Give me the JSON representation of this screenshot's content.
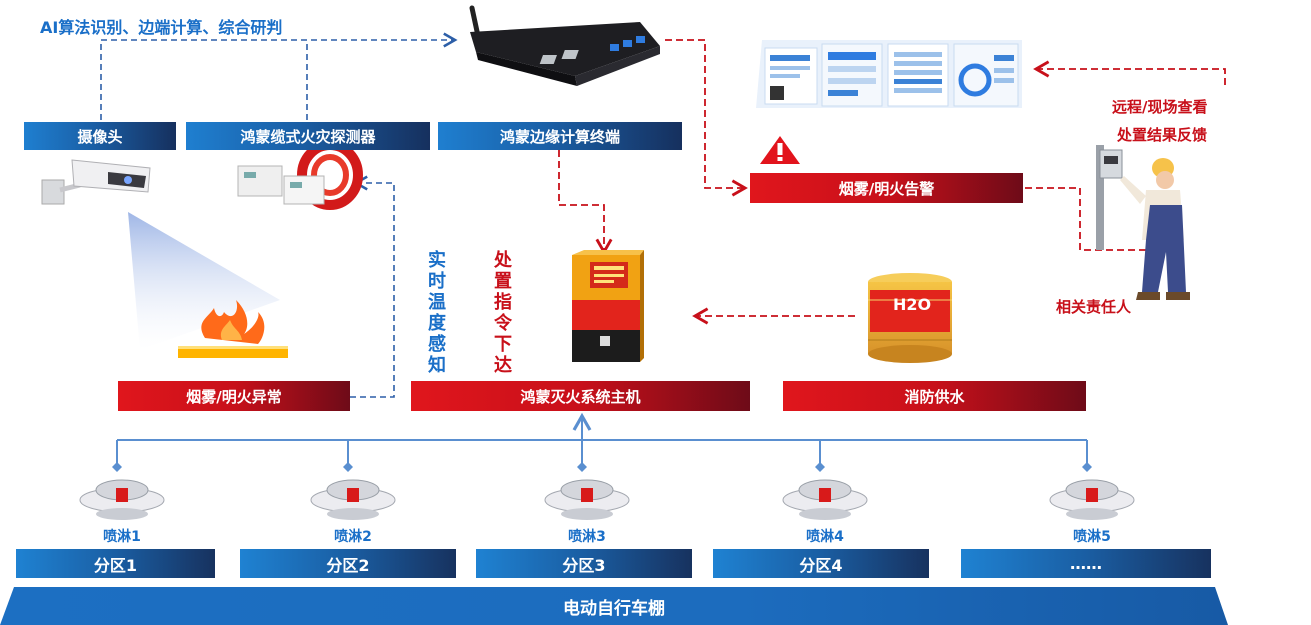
{
  "header": {
    "ai_text": "AI算法识别、边端计算、综合研判"
  },
  "devices": {
    "camera_label": "摄像头",
    "detector_label": "鸿蒙缆式火灾探测器",
    "edge_label": "鸿蒙边缘计算终端"
  },
  "alerts": {
    "smoke_alarm_label": "烟雾/明火告警",
    "remote_check": "远程/现场查看",
    "feedback": "处置结果反馈",
    "responsible": "相关责任人",
    "smoke_abnormal_label": "烟雾/明火异常"
  },
  "vertical": {
    "temp_sense": "实时温度感知",
    "command": "处置指令下达"
  },
  "host": {
    "label": "鸿蒙灭火系统主机"
  },
  "water": {
    "label": "消防供水",
    "tank_text": "H2O"
  },
  "sprinklers": [
    "喷淋1",
    "喷淋2",
    "喷淋3",
    "喷淋4",
    "喷淋5"
  ],
  "zones": [
    "分区1",
    "分区2",
    "分区3",
    "分区4",
    "……"
  ],
  "base": {
    "label": "电动自行车棚"
  },
  "colors": {
    "blue": "#1a6fc8",
    "red": "#c8101a",
    "navy": "#16305e"
  }
}
